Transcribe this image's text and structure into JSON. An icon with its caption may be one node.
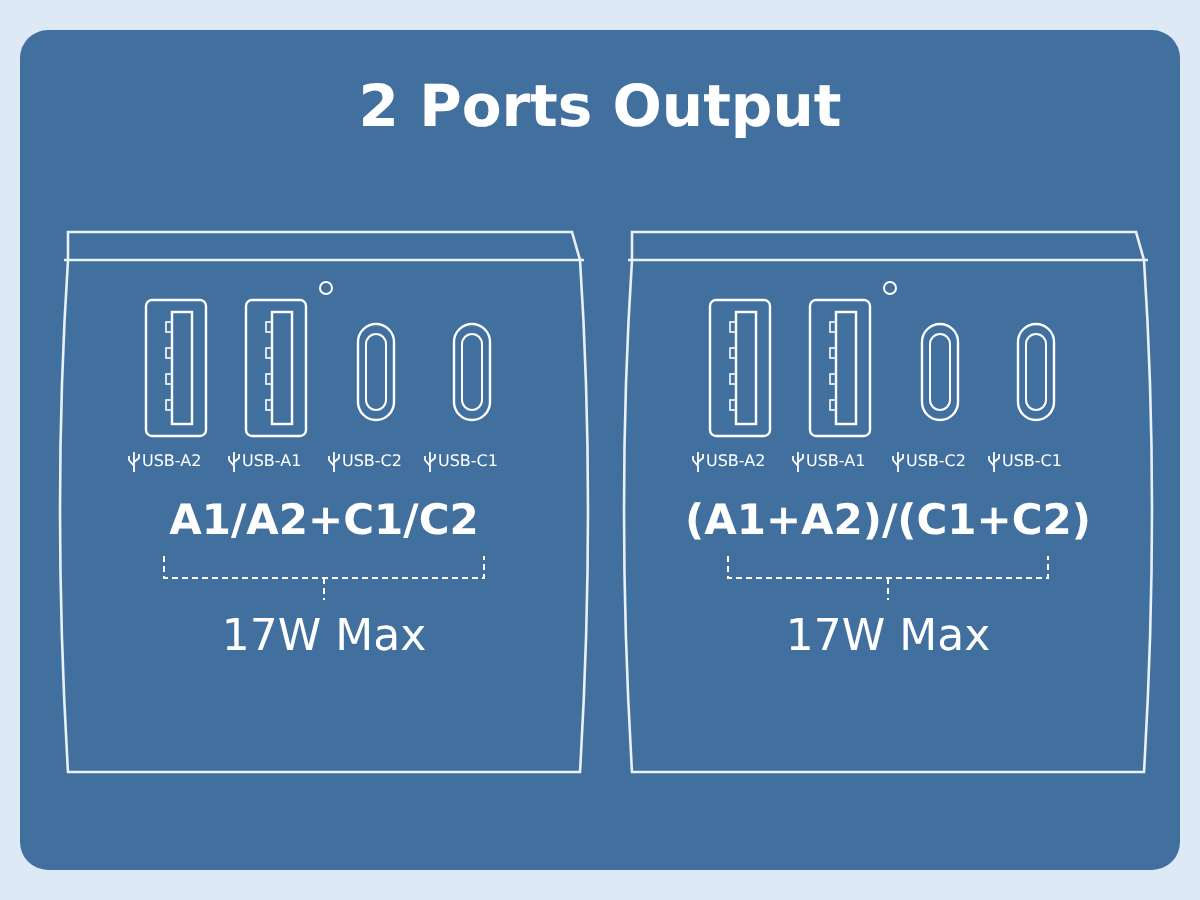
{
  "diagram": {
    "title": "2 Ports Output",
    "labels": [
      "USB-A2",
      "USB-A1",
      "USB-C2",
      "USB-C1",
      "A1/A2+C1/C2",
      "17W Max",
      "USB-A2",
      "USB-A1",
      "USB-C2",
      "USB-C1",
      "(A1+A2)/(C1+C2)",
      "17W Max"
    ]
  }
}
